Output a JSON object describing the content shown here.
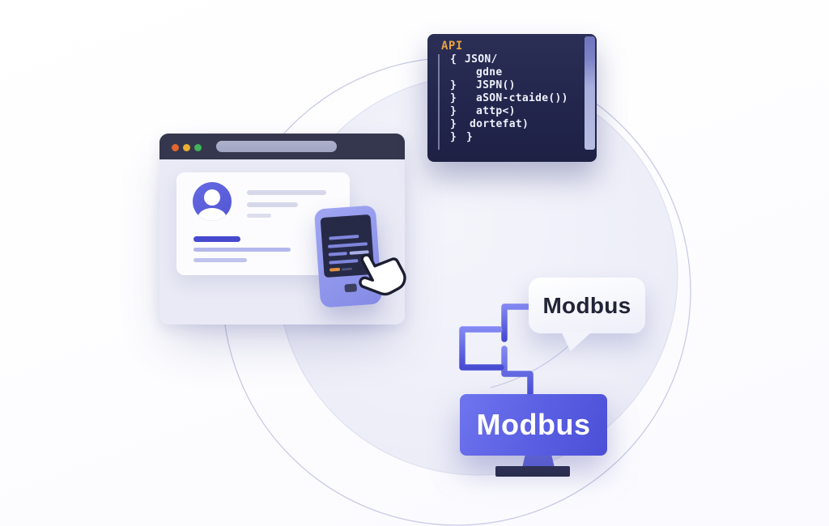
{
  "illustration_title": "API to Modbus integration illustration",
  "browser": {
    "window_controls": [
      {
        "name": "close",
        "color": "#e2662f"
      },
      {
        "name": "minimize",
        "color": "#eab033"
      },
      {
        "name": "maximize",
        "color": "#3fb45a"
      }
    ],
    "address_bar_text": "",
    "profile_card": {
      "avatar": "user-avatar-icon",
      "placeholder_line_count": 6
    },
    "phone": {
      "screen_line_count": 6,
      "accent_line_color": "#df9040"
    }
  },
  "code_panel": {
    "title": "API",
    "title_color": "#e5a23f",
    "background_color": "#22254b",
    "text_color": "#eef0fb",
    "lines": [
      {
        "brace": "{",
        "text": "JSON/"
      },
      {
        "brace": " ",
        "text": "gdne"
      },
      {
        "brace": "}",
        "text": "JSPN()"
      },
      {
        "brace": "}",
        "text": "aSON-ctaide())"
      },
      {
        "brace": "}",
        "text": "attp<)"
      },
      {
        "brace": "}",
        "text": "dortefat)"
      },
      {
        "brace": "}",
        "text": "}"
      }
    ]
  },
  "speech_bubble": {
    "label": "Modbus"
  },
  "monitor": {
    "label": "Modbus"
  },
  "colors": {
    "accent_indigo": "#5558e0",
    "connector": "#5b61e6",
    "window_header": "#35374e",
    "window_body": "#e9eaf5",
    "circle_fill": "#ebedf7",
    "circle_outline": "#bfc2e2"
  }
}
